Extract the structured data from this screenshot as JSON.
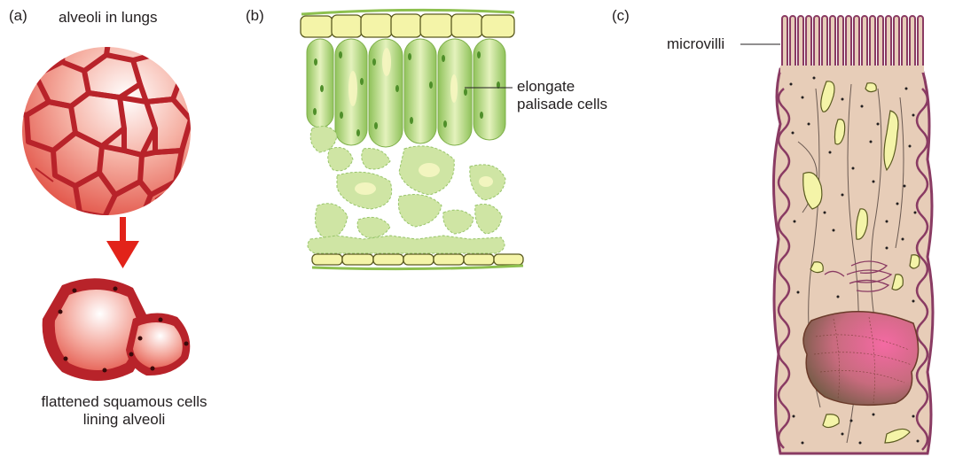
{
  "panels": {
    "a": {
      "tag": "(a)",
      "top_label": "alveoli in lungs",
      "bottom_label_line1": "flattened squamous cells",
      "bottom_label_line2": "lining alveoli"
    },
    "b": {
      "tag": "(b)",
      "label_line1": "elongate",
      "label_line2": "palisade cells"
    },
    "c": {
      "tag": "(c)",
      "label": "microvilli"
    }
  },
  "colors": {
    "alveolus_wall": "#b8232a",
    "alveolus_fill": "#f28b82",
    "arrow": "#e2231a",
    "leaf_green": "#b5d77a",
    "leaf_yellow": "#f4f4a8",
    "cell_body": "#e7cdb8",
    "cell_outline": "#8a3b63",
    "nucleus": "#b9547a"
  }
}
